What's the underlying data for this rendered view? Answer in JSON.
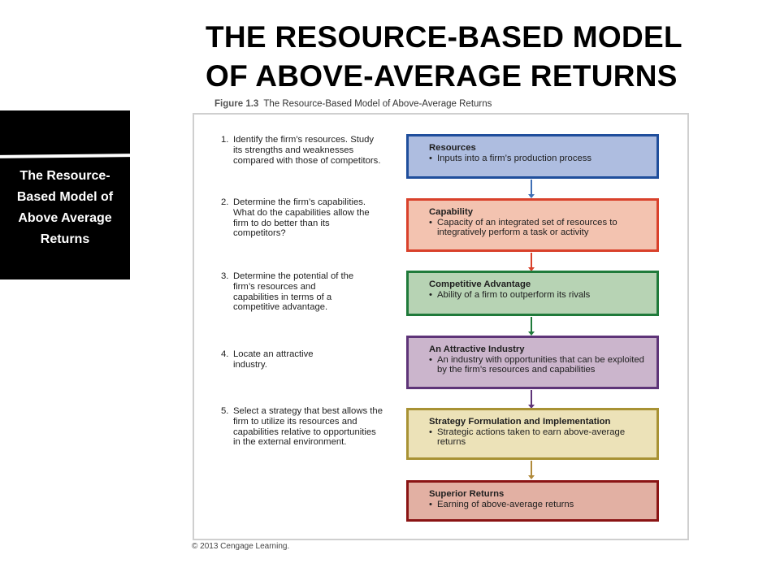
{
  "title": {
    "line1": "THE RESOURCE-BASED MODEL",
    "line2": "OF ABOVE-AVERAGE RETURNS"
  },
  "sidebar": {
    "text": "The Resource-Based Model of Above Average Returns"
  },
  "figure": {
    "number": "Figure 1.3",
    "caption": "The Resource-Based Model of Above-Average Returns"
  },
  "steps": [
    {
      "num": "1.",
      "text": "Identify the firm’s resources. Study its strengths and weaknesses compared with those of competitors."
    },
    {
      "num": "2.",
      "text": "Determine the firm’s capabilities. What do the capabilities allow the firm to do better than its competitors?"
    },
    {
      "num": "3.",
      "text": "Determine the potential of the firm’s resources and capabilities in terms of a competitive advantage."
    },
    {
      "num": "4.",
      "text": "Locate an attractive industry."
    },
    {
      "num": "5.",
      "text": "Select a strategy that best allows the firm to utilize its resources and capabilities relative to opportunities in the external environment."
    }
  ],
  "boxes": [
    {
      "title": "Resources",
      "bullet": "Inputs into a firm’s production process",
      "border": "#1f4e9c",
      "fill": "#aebde0",
      "arrow": "#3f6fb5"
    },
    {
      "title": "Capability",
      "bullet": "Capacity of an integrated set of resources to integratively perform a task or activity",
      "border": "#d9412b",
      "fill": "#f3c3b0",
      "arrow": "#d9412b"
    },
    {
      "title": "Competitive Advantage",
      "bullet": "Ability of a firm to outperform its rivals",
      "border": "#1f7a3a",
      "fill": "#b7d3b4",
      "arrow": "#1f7a3a"
    },
    {
      "title": "An Attractive Industry",
      "bullet": "An industry with opportunities that can be exploited by the firm’s resources and capabilities",
      "border": "#5e3478",
      "fill": "#cbb5cc",
      "arrow": "#5e3478"
    },
    {
      "title": "Strategy Formulation and Implementation",
      "bullet": "Strategic actions taken to earn above-average returns",
      "border": "#a89234",
      "fill": "#ece2b8",
      "arrow": "#b08a3a"
    },
    {
      "title": "Superior Returns",
      "bullet": "Earning of above-average returns",
      "border": "#8a1414",
      "fill": "#e2b0a3"
    }
  ],
  "copyright": "© 2013 Cengage Learning."
}
